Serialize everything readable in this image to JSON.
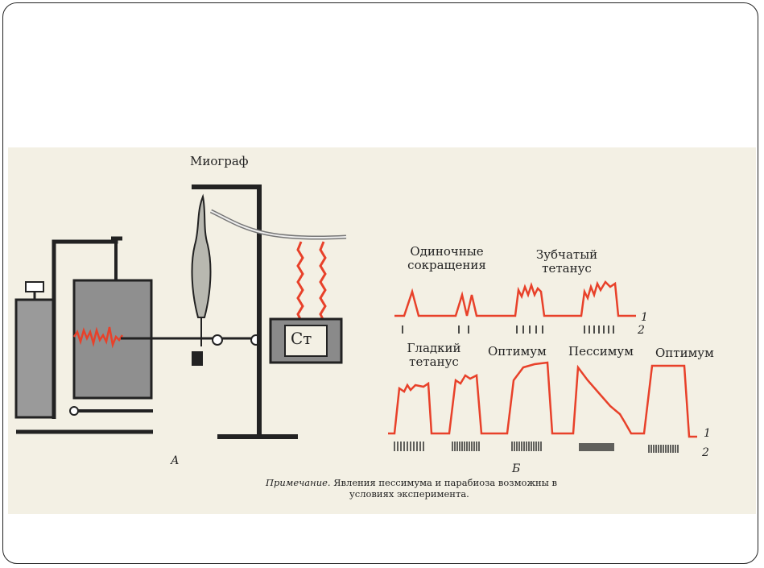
{
  "figure": {
    "panel_a": {
      "title": "Миограф",
      "stimulator_label": "Ст",
      "panel_letter": "А"
    },
    "panel_b": {
      "panel_letter": "Б",
      "top_labels": [
        "Одиночные сокращения",
        "Зубчатый тетанус"
      ],
      "bottom_labels": [
        "Гладкий тетанус",
        "Оптимум",
        "Пессимум",
        "Оптимум"
      ],
      "row_numbers": {
        "top_1": "1",
        "top_2": "2",
        "bottom_1": "1",
        "bottom_2": "2"
      }
    },
    "note": {
      "prefix": "Примечание.",
      "line1": "Явления пессимума и парабиоза возможны в",
      "line2": "условиях эксперимента."
    },
    "colors": {
      "trace": "#e8412a",
      "ink": "#222222",
      "background": "#f3f0e4"
    }
  }
}
